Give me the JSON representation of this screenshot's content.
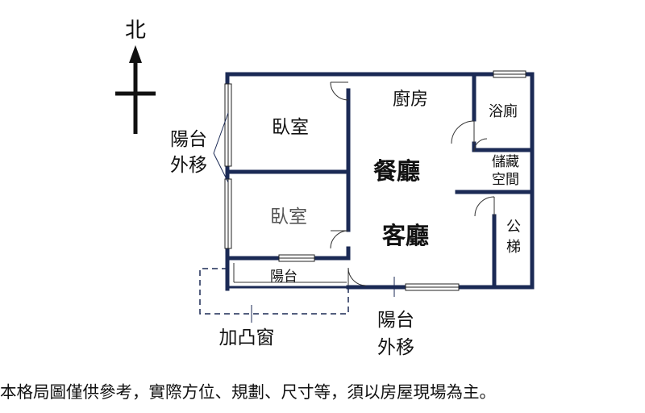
{
  "compass": {
    "north_label": "北"
  },
  "rooms": {
    "bedroom_top": "臥室",
    "bedroom_bottom": "臥室",
    "kitchen": "廚房",
    "dining": "餐廳",
    "living": "客廳",
    "bathroom": "浴廁",
    "storage_line1": "儲藏",
    "storage_line2": "空間",
    "stairs_line1": "公",
    "stairs_line2": "梯",
    "balcony": "陽台"
  },
  "annotations": {
    "balcony_moved_left_line1": "陽台",
    "balcony_moved_left_line2": "外移",
    "bay_window": "加凸窗",
    "balcony_moved_bottom_line1": "陽台",
    "balcony_moved_bottom_line2": "外移"
  },
  "disclaimer": "本格局圖僅供參考，實際方位、規劃、尺寸等，須以房屋現場為主。",
  "colors": {
    "wall": "#1b2a55"
  }
}
